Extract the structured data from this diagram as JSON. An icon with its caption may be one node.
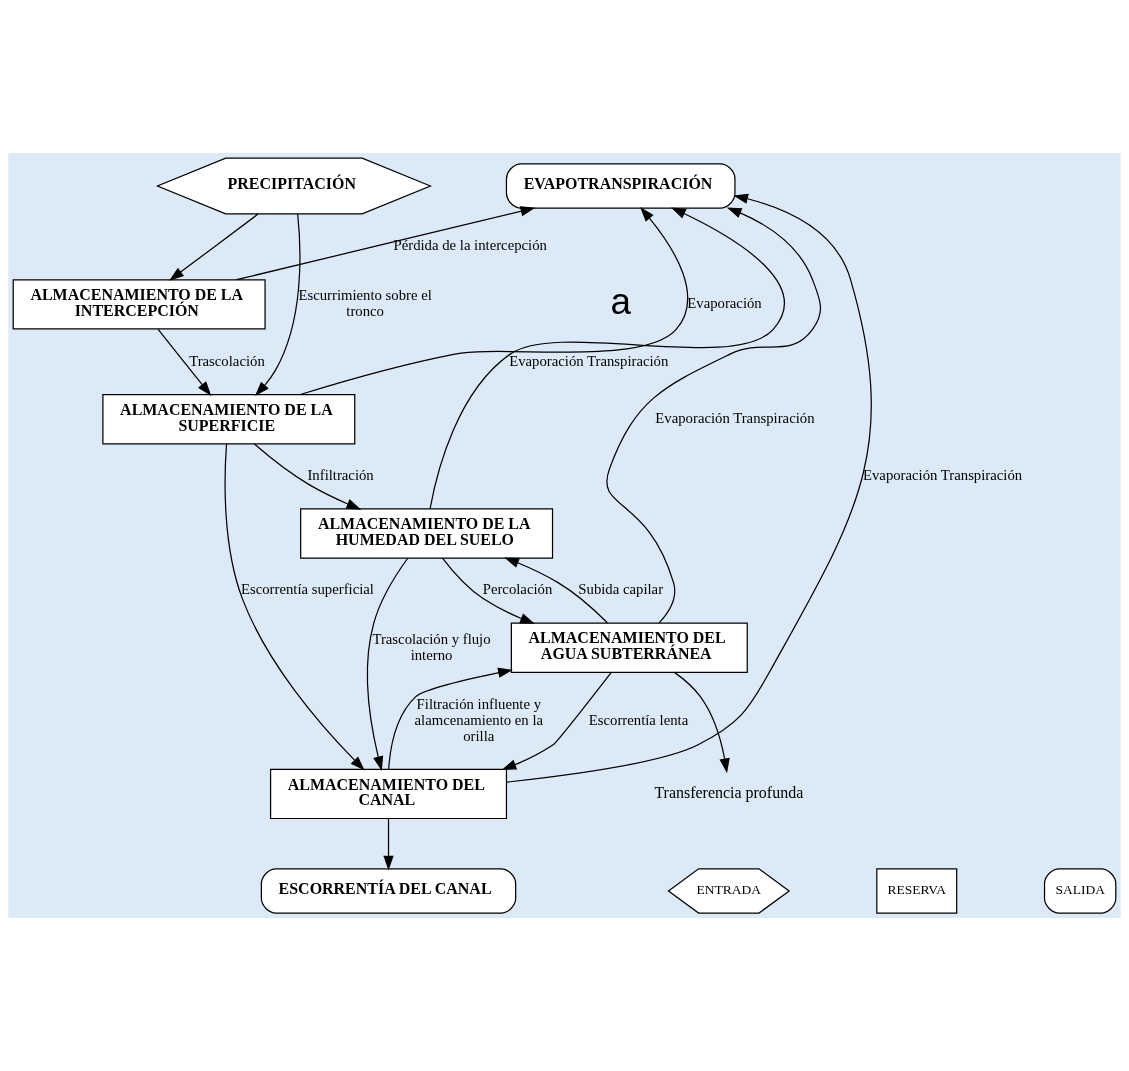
{
  "diagram": {
    "nodes": [
      {
        "text": [
          "PRECIPITACIÓN"
        ]
      },
      {
        "text": [
          "EVAPOTRANSPIRACIÓN"
        ]
      },
      {
        "text": [
          "ALMACENAMIENTO DE LA INTERCEPCIÓN"
        ]
      },
      {
        "text": [
          "ALMACENAMIENTO DE LA SUPERFICIE"
        ]
      },
      {
        "text": [
          "ALMACENAMIENTO DE LA HUMEDAD DEL SUELO"
        ]
      },
      {
        "text": [
          "ALMACENAMIENTO DEL AGUA SUBTERRÁNEA"
        ]
      },
      {
        "text": [
          "ALMACENAMIENTO DEL CANAL"
        ]
      },
      {
        "text": [
          "ESCORRENTÍA DEL CANAL"
        ]
      },
      {
        "text": [
          "Transferencia profunda"
        ]
      }
    ],
    "edges": [
      {
        "from": 0,
        "to": 2,
        "arrow": "to"
      },
      {
        "from": 0,
        "to": 3,
        "arrow": "to",
        "label": "Escurrimiento sobre el tronco"
      },
      {
        "from": 2,
        "to": 1,
        "arrow": "to",
        "label": "Pérdida de la intercepción"
      },
      {
        "from": 2,
        "to": 3,
        "arrow": "to",
        "label": "Trascolación"
      },
      {
        "from": 3,
        "to": 1,
        "arrow": "to",
        "label": "Evaporación"
      },
      {
        "from": 3,
        "to": 6,
        "arrow": "to",
        "label": "Escorrentía superficial"
      },
      {
        "from": 3,
        "to": 4,
        "arrow": "to",
        "label": "Infiltración"
      },
      {
        "from": 4,
        "to": 1,
        "arrow": "to",
        "label": "Evaporación Transpiración"
      },
      {
        "from": 4,
        "to": 6,
        "arrow": "to",
        "label": "Trascolación y flujo interno"
      },
      {
        "from": 4,
        "to": 5,
        "arrow": "to",
        "label": "Percolación"
      },
      {
        "from": 5,
        "to": 4,
        "arrow": "to",
        "label": "Subida capilar"
      },
      {
        "from": 5,
        "to": 1,
        "arrow": "to",
        "label": "Evaporación Transpiración"
      },
      {
        "from": 5,
        "to": 6,
        "arrow": "to",
        "label": "Escorrentía lenta"
      },
      {
        "from": 6,
        "to": 5,
        "arrow": "to",
        "label": "Filtración influente y alamcenamiento en la orilla"
      },
      {
        "from": 5,
        "to": 8,
        "arrow": "to"
      },
      {
        "from": 6,
        "to": 1,
        "arrow": "to",
        "label": "Evaporación Transpiración"
      },
      {
        "from": 6,
        "to": 7,
        "arrow": "to"
      }
    ],
    "labels": [
      "a"
    ],
    "legend": [
      {
        "text": "ENTRADA"
      },
      {
        "text": "RESERVA"
      },
      {
        "text": "SALIDA"
      }
    ]
  }
}
